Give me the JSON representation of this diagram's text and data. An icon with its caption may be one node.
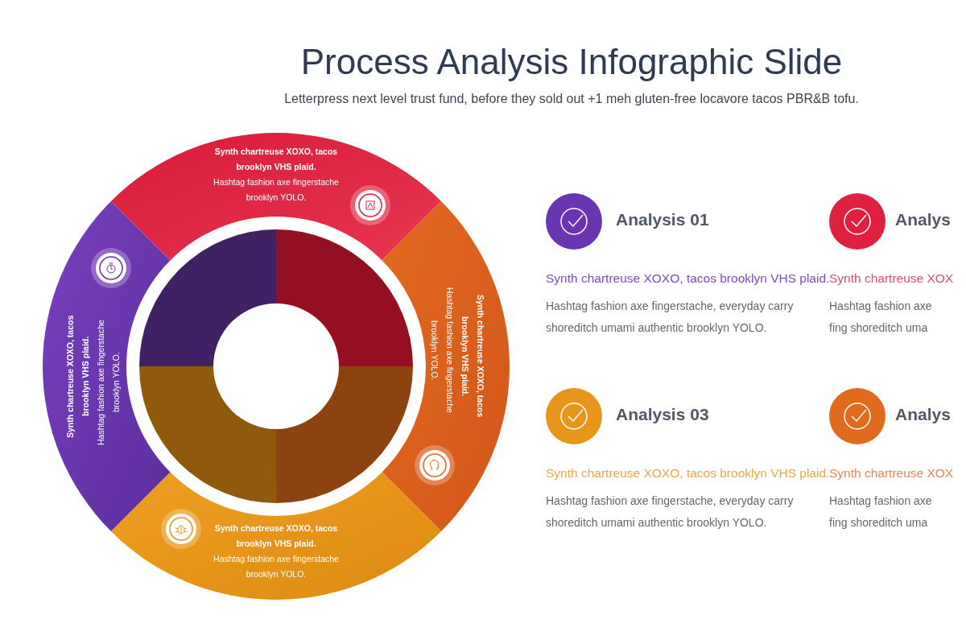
{
  "diagram": {
    "title": "Process Analysis Infographic Slide",
    "caption": "Letterpress next level trust fund, before they sold out +1 meh gluten-free locavore tacos PBR&B tofu.",
    "nodes": [
      {
        "text": [
          "Synth chartreuse XOXO, tacos brooklyn VHS plaid.",
          "Hashtag fashion axe fingerstache brooklyn YOLO."
        ]
      },
      {
        "text": [
          "Synth chartreuse XOXO, tacos brooklyn VHS plaid.",
          "Hashtag fashion axe fingerstache brooklyn YOLO."
        ]
      },
      {
        "text": [
          "Synth chartreuse XOXO, tacos brooklyn VHS plaid.",
          "Hashtag fashion axe fingerstache brooklyn YOLO."
        ]
      },
      {
        "text": [
          "Synth chartreuse XOXO, tacos brooklyn VHS plaid.",
          "Hashtag fashion axe fingerstache brooklyn YOLO."
        ]
      }
    ],
    "edges": [],
    "labels": [
      "Analysis 01",
      "Synth chartreuse XOXO, tacos brooklyn VHS plaid.",
      "Hashtag fashion axe fingerstache, everyday carry shoreditch umami authentic brooklyn YOLO.",
      "Analys",
      "Synth chartreuse XOX",
      "Hashtag fashion axe fing shoreditch uma",
      "Analysis 03",
      "Synth chartreuse XOXO, tacos brooklyn VHS plaid.",
      "Hashtag fashion axe fingerstache, everyday carry shoreditch umami authentic brooklyn YOLO.",
      "Analys",
      "Synth chartreuse XOX",
      "Hashtag fashion axe fing shoreditch uma"
    ]
  }
}
